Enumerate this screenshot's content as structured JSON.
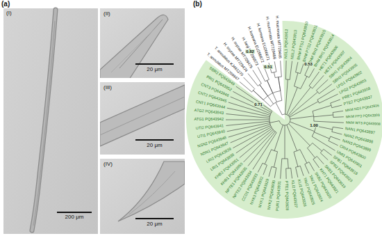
{
  "diagram": {
    "nodes": [
      {
        "text": [
          "(I)",
          "200 μm"
        ]
      },
      {
        "text": [
          "(II)",
          "20 μm"
        ]
      },
      {
        "text": [
          "(III)",
          "20 μm"
        ]
      },
      {
        "text": [
          "(IV)",
          "20 μm"
        ]
      }
    ],
    "labels": [
      "(a)",
      "(b)",
      "T. annulatus MT209947",
      "T. annulatus KJ461275",
      "H. oryzae MT729474",
      "H. oryzae MT729475",
      "H. lanji EU266673",
      "H. koreana EU266672",
      "H. koreana EU266671",
      "H. mucronata MT729466",
      "H. mucronata MT729465",
      "NSL1 PQ643912",
      "NSL2 PQ643913",
      "BHM PTS1 PQ643910",
      "BHM PTS2 PQ643911",
      "BHM BH2 PQ643915",
      "BHM BH1 PQ643914",
      "HET1 PQ643906",
      "HET2 PQ643907",
      "SBH1 PQ643904",
      "SBH2 PQ643905",
      "LPG1 PQ643902",
      "LPG2 PQ643903",
      "PRE1 PQ643958",
      "PTE2 PQ643937",
      "MKM ND1 PQ643936",
      "MKM PP3 PQ643909",
      "MKM WT3 PQ643908",
      "NAN1 PQ643897",
      "NAN2 PQ643898",
      "NAN3 PQ643899",
      "CRI4 PQ643900",
      "UMI1 PQ643901",
      "SPB1 PQ643918",
      "SPB2 PQ643923",
      "SKB1 PQ643919",
      "KHT1 PQ643921",
      "SKB2 PQ643920",
      "TAV1 PQ643924",
      "TAV2 PQ643925",
      "KLI1 PQ643926",
      "KLI2 PQ643927",
      "PTE1 PQ643928",
      "PUR1 PQ643931",
      "NYK2 PQ643930",
      "NYK1 PQ643929",
      "NYK3 PQ643932",
      "CCD1 PQ643933",
      "NPTE2 PQ643934",
      "NPTE1 PQ643935",
      "KHB1 PQ643950",
      "KHB2 PQ643951",
      "LRI1 PQ643938",
      "LRI2 PQ643939",
      "NSN1 PQ643947",
      "NSN2 PQ643948",
      "UTI1 PQ643940",
      "UTI2 PQ643941",
      "ATG1 PQ643942",
      "ATG2 PQ643943",
      "CNT1 PQ643944",
      "CNT2 PQ643945",
      "CNT3 PQ643946",
      "PRI1 PQ643952",
      "SBR3 PQ643949",
      "1.00",
      "0.82",
      "0.51",
      "0.53",
      "0.71"
    ]
  }
}
